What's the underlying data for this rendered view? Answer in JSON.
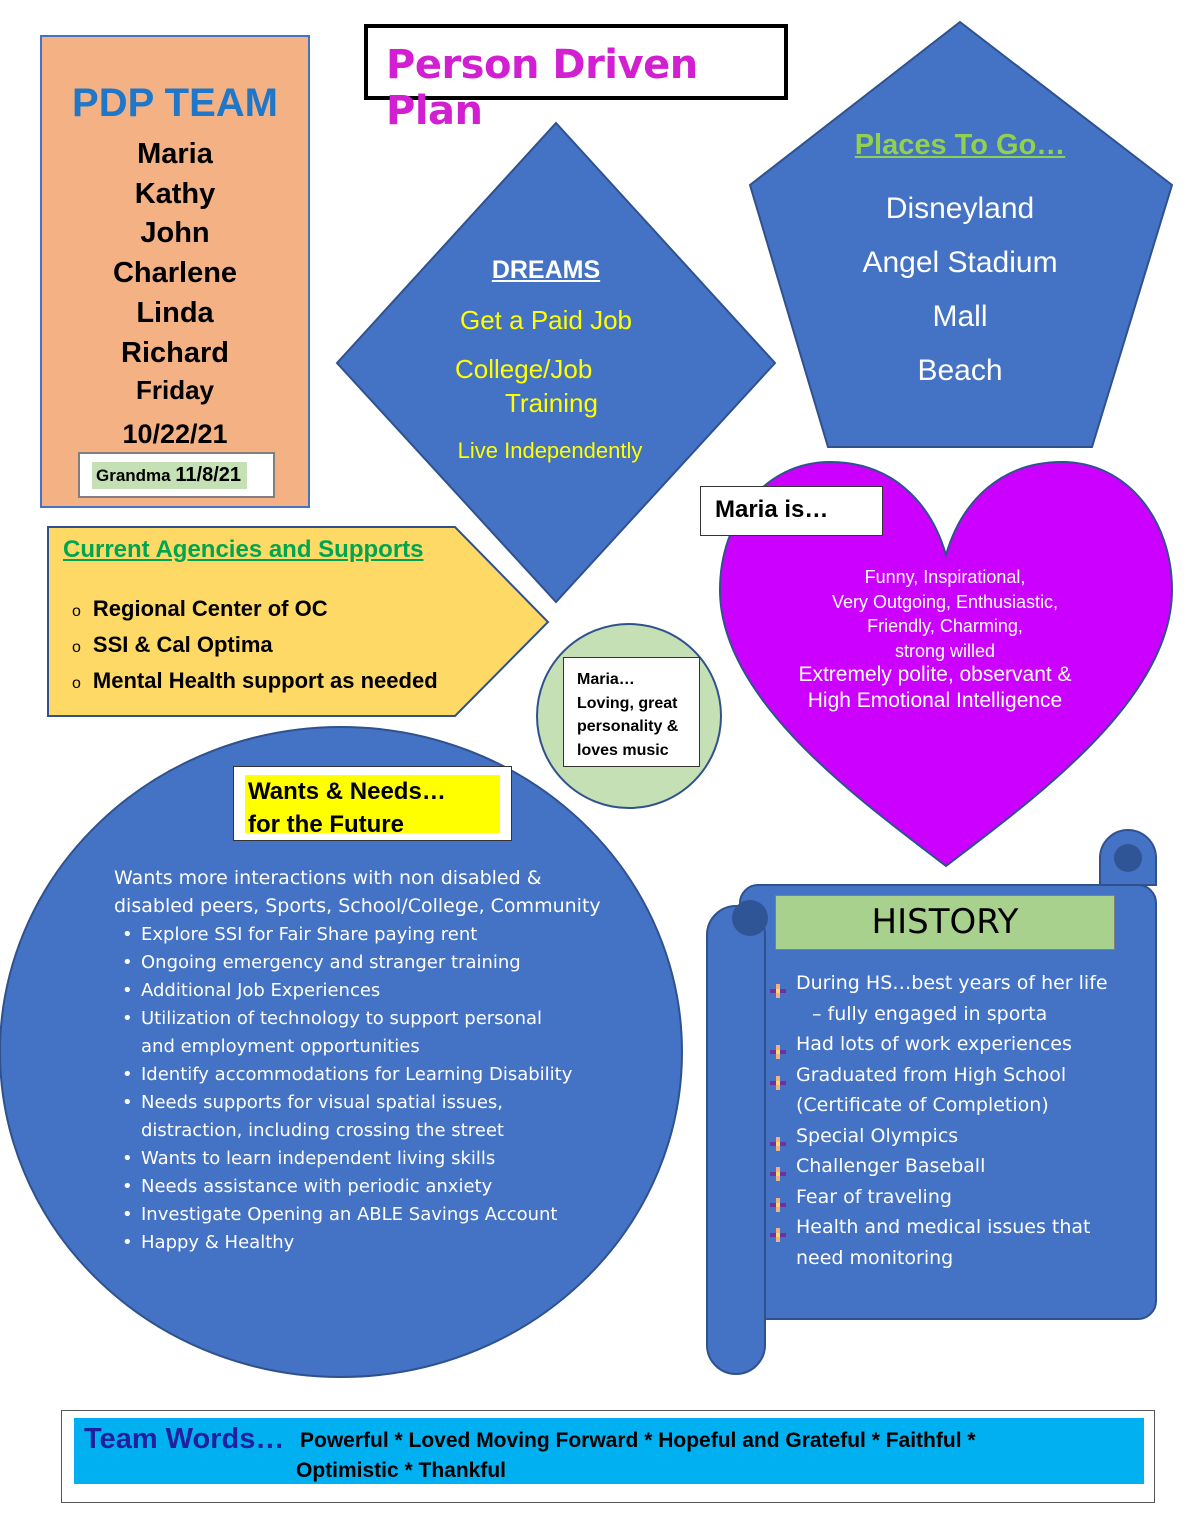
{
  "title": "Person Driven Plan",
  "team": {
    "heading": "PDP TEAM",
    "members": [
      "Maria",
      "Kathy",
      "John",
      "Charlene",
      "Linda",
      "Richard"
    ],
    "day": "Friday",
    "date": "10/22/21",
    "grandma_label": "Grandma",
    "grandma_date": "11/8/21"
  },
  "dreams": {
    "heading": "DREAMS",
    "item1": "Get a Paid Job",
    "item2a": "College/Job",
    "item2b": "Training",
    "item3": "Live Independently"
  },
  "places": {
    "heading": "Places To Go…",
    "items": [
      "Disneyland",
      "Angel Stadium",
      "Mall",
      "Beach"
    ]
  },
  "agencies": {
    "heading": "Current Agencies and Supports",
    "items": [
      "Regional Center of OC",
      "SSI & Cal Optima",
      "Mental Health support as needed"
    ]
  },
  "maria_circle": {
    "lines": [
      "Maria…",
      "Loving, great",
      "personality &",
      "loves music"
    ]
  },
  "maria_is": {
    "label": "Maria is…",
    "lines": [
      "Funny, Inspirational,",
      "Very Outgoing, Enthusiastic,",
      "Friendly, Charming,",
      "strong willed",
      "Extremely polite, observant &",
      "High Emotional Intelligence"
    ]
  },
  "wants": {
    "label_line1": "Wants & Needs…",
    "label_line2": "for the Future",
    "intro_line1": "Wants more interactions with non disabled  &",
    "intro_line2": "disabled peers, Sports, School/College, Community",
    "bullets": [
      [
        "Explore SSI for Fair Share paying rent"
      ],
      [
        "Ongoing emergency and stranger training"
      ],
      [
        "Additional Job Experiences"
      ],
      [
        "Utilization of technology to support  personal",
        "and employment opportunities"
      ],
      [
        "Identify accommodations for Learning Disability"
      ],
      [
        "Needs supports for visual spatial issues,",
        "distraction, including crossing the street"
      ],
      [
        "Wants to learn independent living skills"
      ],
      [
        "Needs assistance with periodic anxiety"
      ],
      [
        "Investigate Opening an ABLE Savings Account"
      ],
      [
        "Happy & Healthy"
      ]
    ]
  },
  "history": {
    "heading": "HISTORY",
    "items": [
      [
        "During HS…best years of her life",
        "– fully engaged in sporta"
      ],
      [
        "Had lots of work experiences"
      ],
      [
        "Graduated from High School",
        "(Certificate of Completion)"
      ],
      [
        "Special Olympics"
      ],
      [
        "Challenger Baseball"
      ],
      [
        "Fear of traveling"
      ],
      [
        "Health and medical issues that",
        "need monitoring"
      ]
    ]
  },
  "team_words": {
    "label": "Team Words…",
    "line1": "Powerful * Loved Moving Forward * Hopeful and Grateful * Faithful *",
    "line2": "Optimistic * Thankful"
  },
  "colors": {
    "shape_blue": "#4472c4",
    "heart": "#cc00ff",
    "agency_yellow": "#ffd966",
    "team_orange": "#f4b183",
    "title_magenta": "#d21fd2",
    "history_green": "#a9d18e",
    "team_words_cyan": "#00b0f0"
  }
}
